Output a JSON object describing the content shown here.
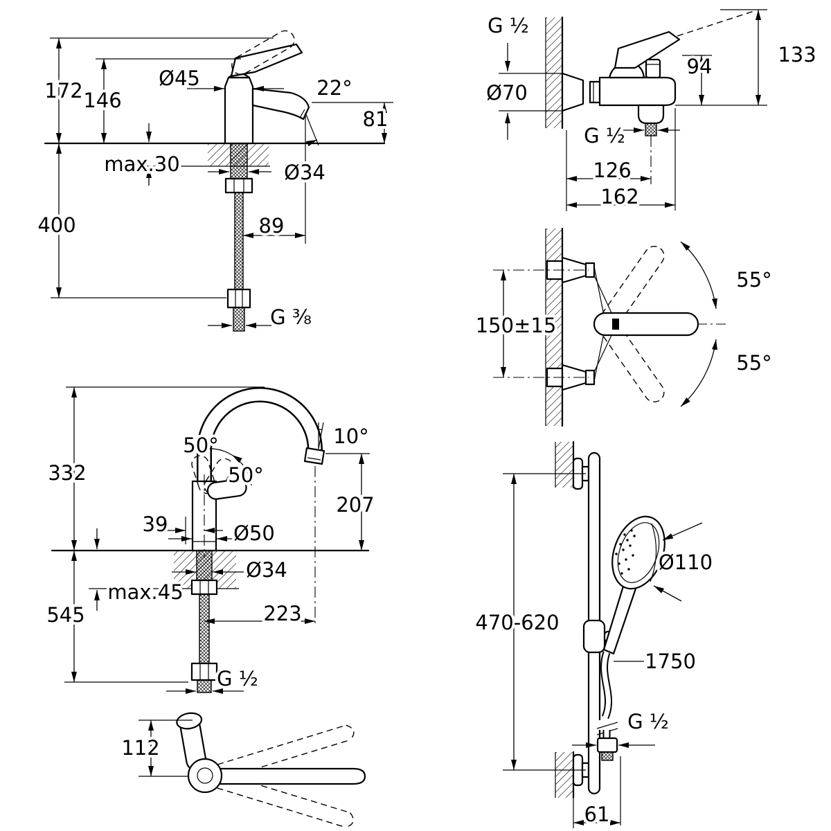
{
  "sheet": {
    "background": "#ffffff",
    "line_color": "#000000"
  },
  "views": {
    "basin": {
      "total_height": "172",
      "body_height": "146",
      "body_diameter": "Ø45",
      "spout_angle": "22°",
      "spout_height": "81",
      "max_deck": "max.30",
      "shank_diameter": "Ø34",
      "hose_length": "400",
      "projection": "89",
      "thread": "G ⅜"
    },
    "bath_front": {
      "inlet_thread": "G ½",
      "escutcheon_diameter": "Ø70",
      "handle_height": "94",
      "total_height": "133",
      "outlet_thread": "G ½",
      "depth_body": "126",
      "depth_total": "162"
    },
    "bath_top": {
      "inlet_spacing": "150±15",
      "swivel_up": "55°",
      "swivel_down": "55°"
    },
    "kitchen": {
      "spout_height": "332",
      "handle_angle_1": "50°",
      "handle_angle_2": "50°",
      "outlet_angle": "10°",
      "outlet_height": "207",
      "handle_offset": "39",
      "body_diameter": "Ø50",
      "shank_diameter": "Ø34",
      "max_deck": "max.45",
      "hose_length": "545",
      "projection": "223",
      "thread": "G ½",
      "swivel_offset": "112"
    },
    "shower": {
      "rail_range": "470-620",
      "head_diameter": "Ø110",
      "hose_length": "1750",
      "thread": "G ½",
      "bracket_offset": "61"
    }
  }
}
